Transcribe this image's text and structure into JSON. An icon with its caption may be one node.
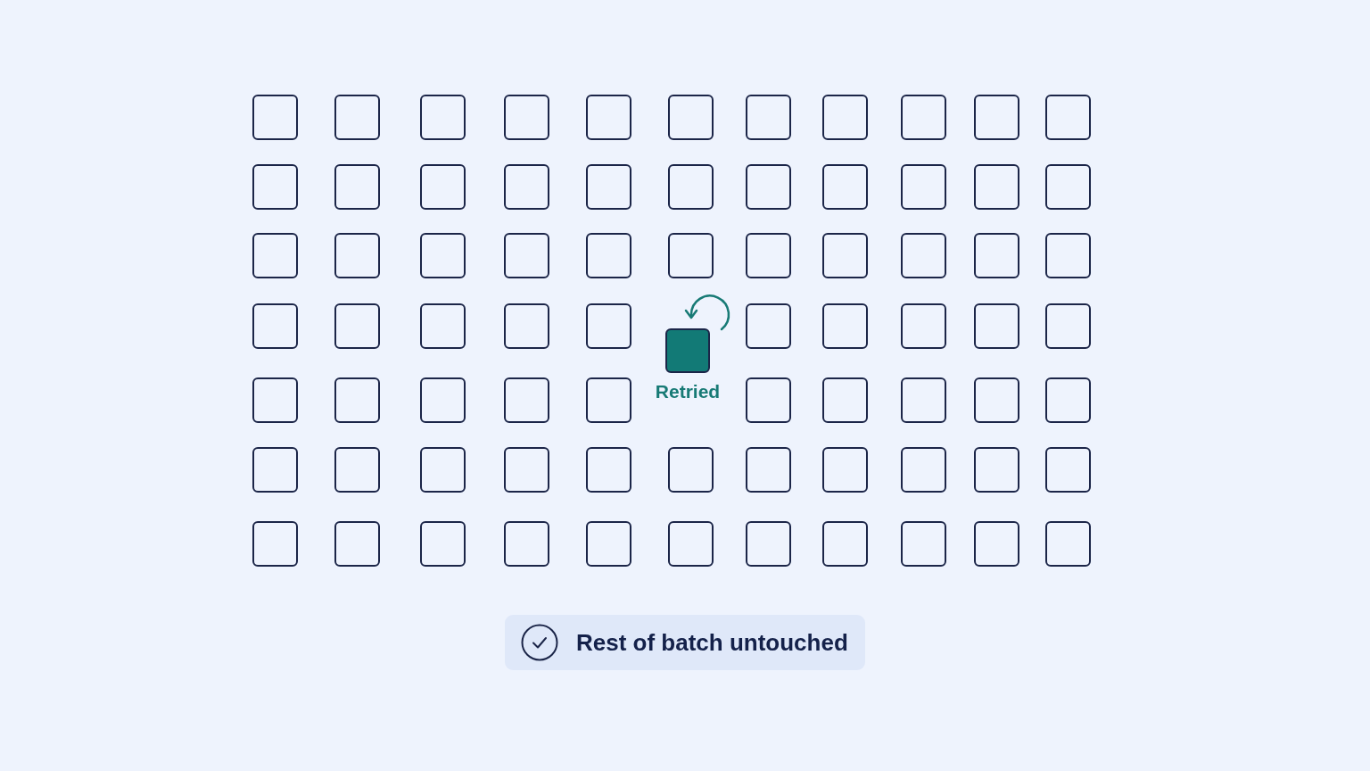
{
  "diagram": {
    "nodes": [
      {
        "text": [],
        "shape": "box"
      },
      {
        "text": [],
        "shape": "box"
      },
      {
        "text": [],
        "shape": "box"
      },
      {
        "text": [],
        "shape": "box"
      },
      {
        "text": [],
        "shape": "box"
      },
      {
        "text": [],
        "shape": "box"
      },
      {
        "text": [],
        "shape": "box"
      },
      {
        "text": [],
        "shape": "box"
      },
      {
        "text": [],
        "shape": "box"
      },
      {
        "text": [],
        "shape": "box"
      },
      {
        "text": [],
        "shape": "box"
      },
      {
        "text": [],
        "shape": "box"
      },
      {
        "text": [],
        "shape": "box"
      },
      {
        "text": [],
        "shape": "box"
      },
      {
        "text": [],
        "shape": "box"
      },
      {
        "text": [],
        "shape": "box"
      },
      {
        "text": [],
        "shape": "box"
      },
      {
        "text": [],
        "shape": "box"
      },
      {
        "text": [],
        "shape": "box"
      },
      {
        "text": [],
        "shape": "box"
      },
      {
        "text": [],
        "shape": "box"
      },
      {
        "text": [],
        "shape": "box"
      },
      {
        "text": [],
        "shape": "box"
      },
      {
        "text": [],
        "shape": "box"
      },
      {
        "text": [],
        "shape": "box"
      },
      {
        "text": [],
        "shape": "box"
      },
      {
        "text": [],
        "shape": "box"
      },
      {
        "text": [],
        "shape": "box"
      },
      {
        "text": [],
        "shape": "box"
      },
      {
        "text": [],
        "shape": "box"
      },
      {
        "text": [],
        "shape": "box"
      },
      {
        "text": [],
        "shape": "box"
      },
      {
        "text": [],
        "shape": "box"
      },
      {
        "text": [],
        "shape": "box"
      },
      {
        "text": [],
        "shape": "box"
      },
      {
        "text": [],
        "shape": "box"
      },
      {
        "text": [],
        "shape": "box"
      },
      {
        "text": [],
        "shape": "box"
      },
      {
        "text": [],
        "shape": "box",
        "beside": [
          "Retried"
        ]
      },
      {
        "text": [],
        "shape": "box"
      },
      {
        "text": [],
        "shape": "box"
      },
      {
        "text": [],
        "shape": "box"
      },
      {
        "text": [],
        "shape": "box"
      },
      {
        "text": [],
        "shape": "box"
      },
      {
        "text": [],
        "shape": "box"
      },
      {
        "text": [],
        "shape": "box"
      },
      {
        "text": [],
        "shape": "box"
      },
      {
        "text": [],
        "shape": "box"
      },
      {
        "text": [],
        "shape": "box"
      },
      {
        "text": [],
        "shape": "box"
      },
      {
        "text": [],
        "shape": "box"
      },
      {
        "text": [],
        "shape": "box"
      },
      {
        "text": [],
        "shape": "box"
      },
      {
        "text": [],
        "shape": "box"
      },
      {
        "text": [],
        "shape": "box"
      },
      {
        "text": [],
        "shape": "box"
      },
      {
        "text": [],
        "shape": "box"
      },
      {
        "text": [],
        "shape": "box"
      },
      {
        "text": [],
        "shape": "box"
      },
      {
        "text": [],
        "shape": "box"
      },
      {
        "text": [],
        "shape": "box"
      },
      {
        "text": [],
        "shape": "box"
      },
      {
        "text": [],
        "shape": "box"
      },
      {
        "text": [],
        "shape": "box"
      },
      {
        "text": [],
        "shape": "box"
      },
      {
        "text": [],
        "shape": "box"
      },
      {
        "text": [],
        "shape": "box"
      },
      {
        "text": [],
        "shape": "box"
      },
      {
        "text": [],
        "shape": "box"
      },
      {
        "text": [],
        "shape": "box"
      },
      {
        "text": [],
        "shape": "box"
      },
      {
        "text": [],
        "shape": "box"
      },
      {
        "text": [],
        "shape": "box"
      },
      {
        "text": [],
        "shape": "box"
      },
      {
        "text": [],
        "shape": "box"
      },
      {
        "text": [],
        "shape": "box"
      },
      {
        "text": [
          "Rest of batch untouched"
        ]
      }
    ]
  }
}
